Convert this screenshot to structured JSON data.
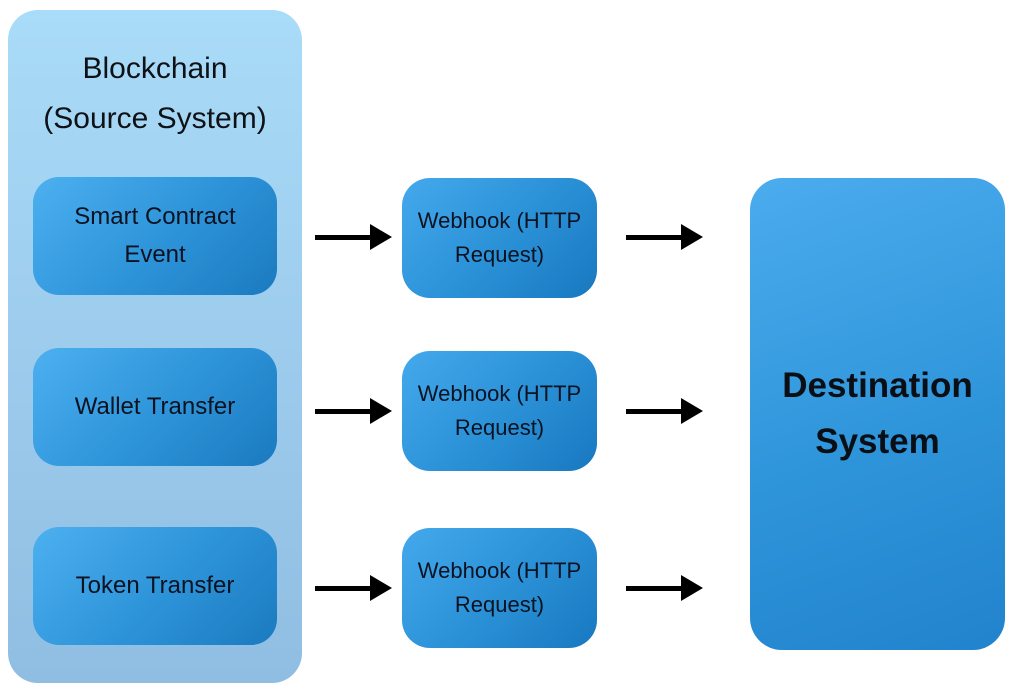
{
  "colors": {
    "background": "#ffffff",
    "source_container_gradient_top": "#a9dcf8",
    "source_container_gradient_bottom": "#90bee2",
    "node_gradient_start": "#4cb0f0",
    "node_gradient_end": "#1b7ac0",
    "arrow": "#000000",
    "text": "#0c1220"
  },
  "source": {
    "title_line1": "Blockchain",
    "title_line2": "(Source System)",
    "events": [
      {
        "label": "Smart Contract Event"
      },
      {
        "label": "Wallet Transfer"
      },
      {
        "label": "Token Transfer"
      }
    ]
  },
  "webhooks": [
    {
      "label": "Webhook (HTTP Request)"
    },
    {
      "label": "Webhook (HTTP Request)"
    },
    {
      "label": "Webhook (HTTP Request)"
    }
  ],
  "destination": {
    "label": "Destination System"
  }
}
